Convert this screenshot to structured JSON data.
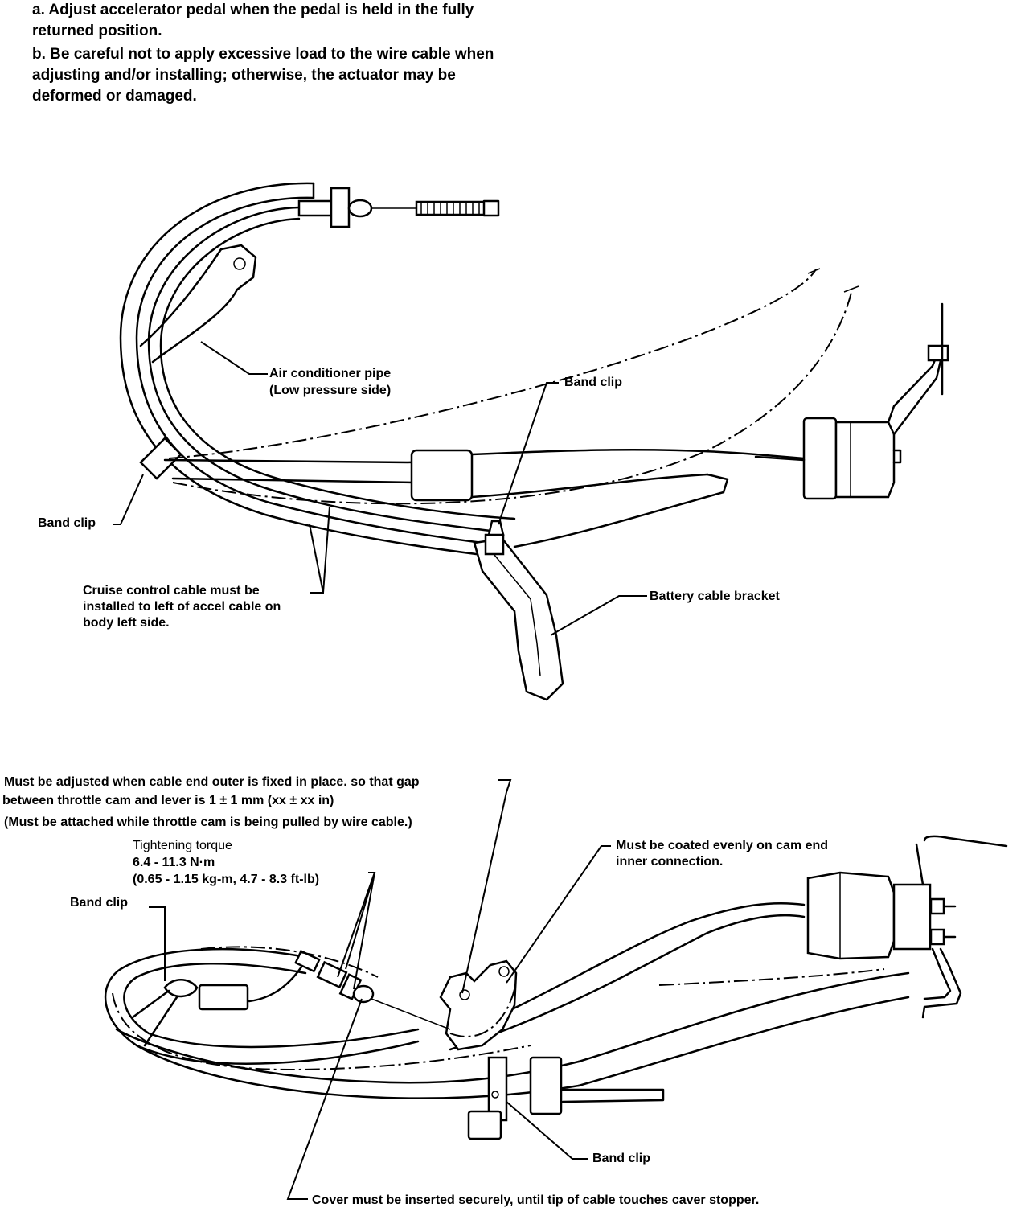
{
  "instructions": {
    "a": "a.   Adjust accelerator pedal when the pedal is held in the fully returned position.",
    "b": "b.   Be careful not to apply excessive load to the wire cable when adjusting and/or installing; otherwise, the actuator may be deformed or damaged."
  },
  "upper_diagram": {
    "air_conditioner_pipe": "Air conditioner pipe",
    "air_conditioner_pipe_sub": "(Low pressure side)",
    "band_clip_right": "Band clip",
    "band_clip_left": "Band clip",
    "cruise_note": "Cruise control cable must be installed to left of accel cable on body left side.",
    "battery_cable_bracket": "Battery cable bracket"
  },
  "lower_diagram": {
    "adjust_note_line1": "Must be adjusted when cable end outer is fixed in place. so that gap",
    "adjust_note_line2": "between throttle cam and lever is 1 ± 1 mm (xx ± xx in)",
    "adjust_note_line3": "(Must be attached while throttle cam is being pulled by wire cable.)",
    "torque_title": "Tightening torque",
    "torque_value": "6.4 - 11.3 N·m",
    "torque_alt": "(0.65 - 1.15 kg-m, 4.7 - 8.3 ft-lb)",
    "band_clip_left": "Band clip",
    "coated_note": "Must be coated evenly on cam end inner connection.",
    "band_clip_bottom": "Band clip",
    "cover_note": "Cover must be inserted securely, until tip of cable touches caver stopper."
  }
}
